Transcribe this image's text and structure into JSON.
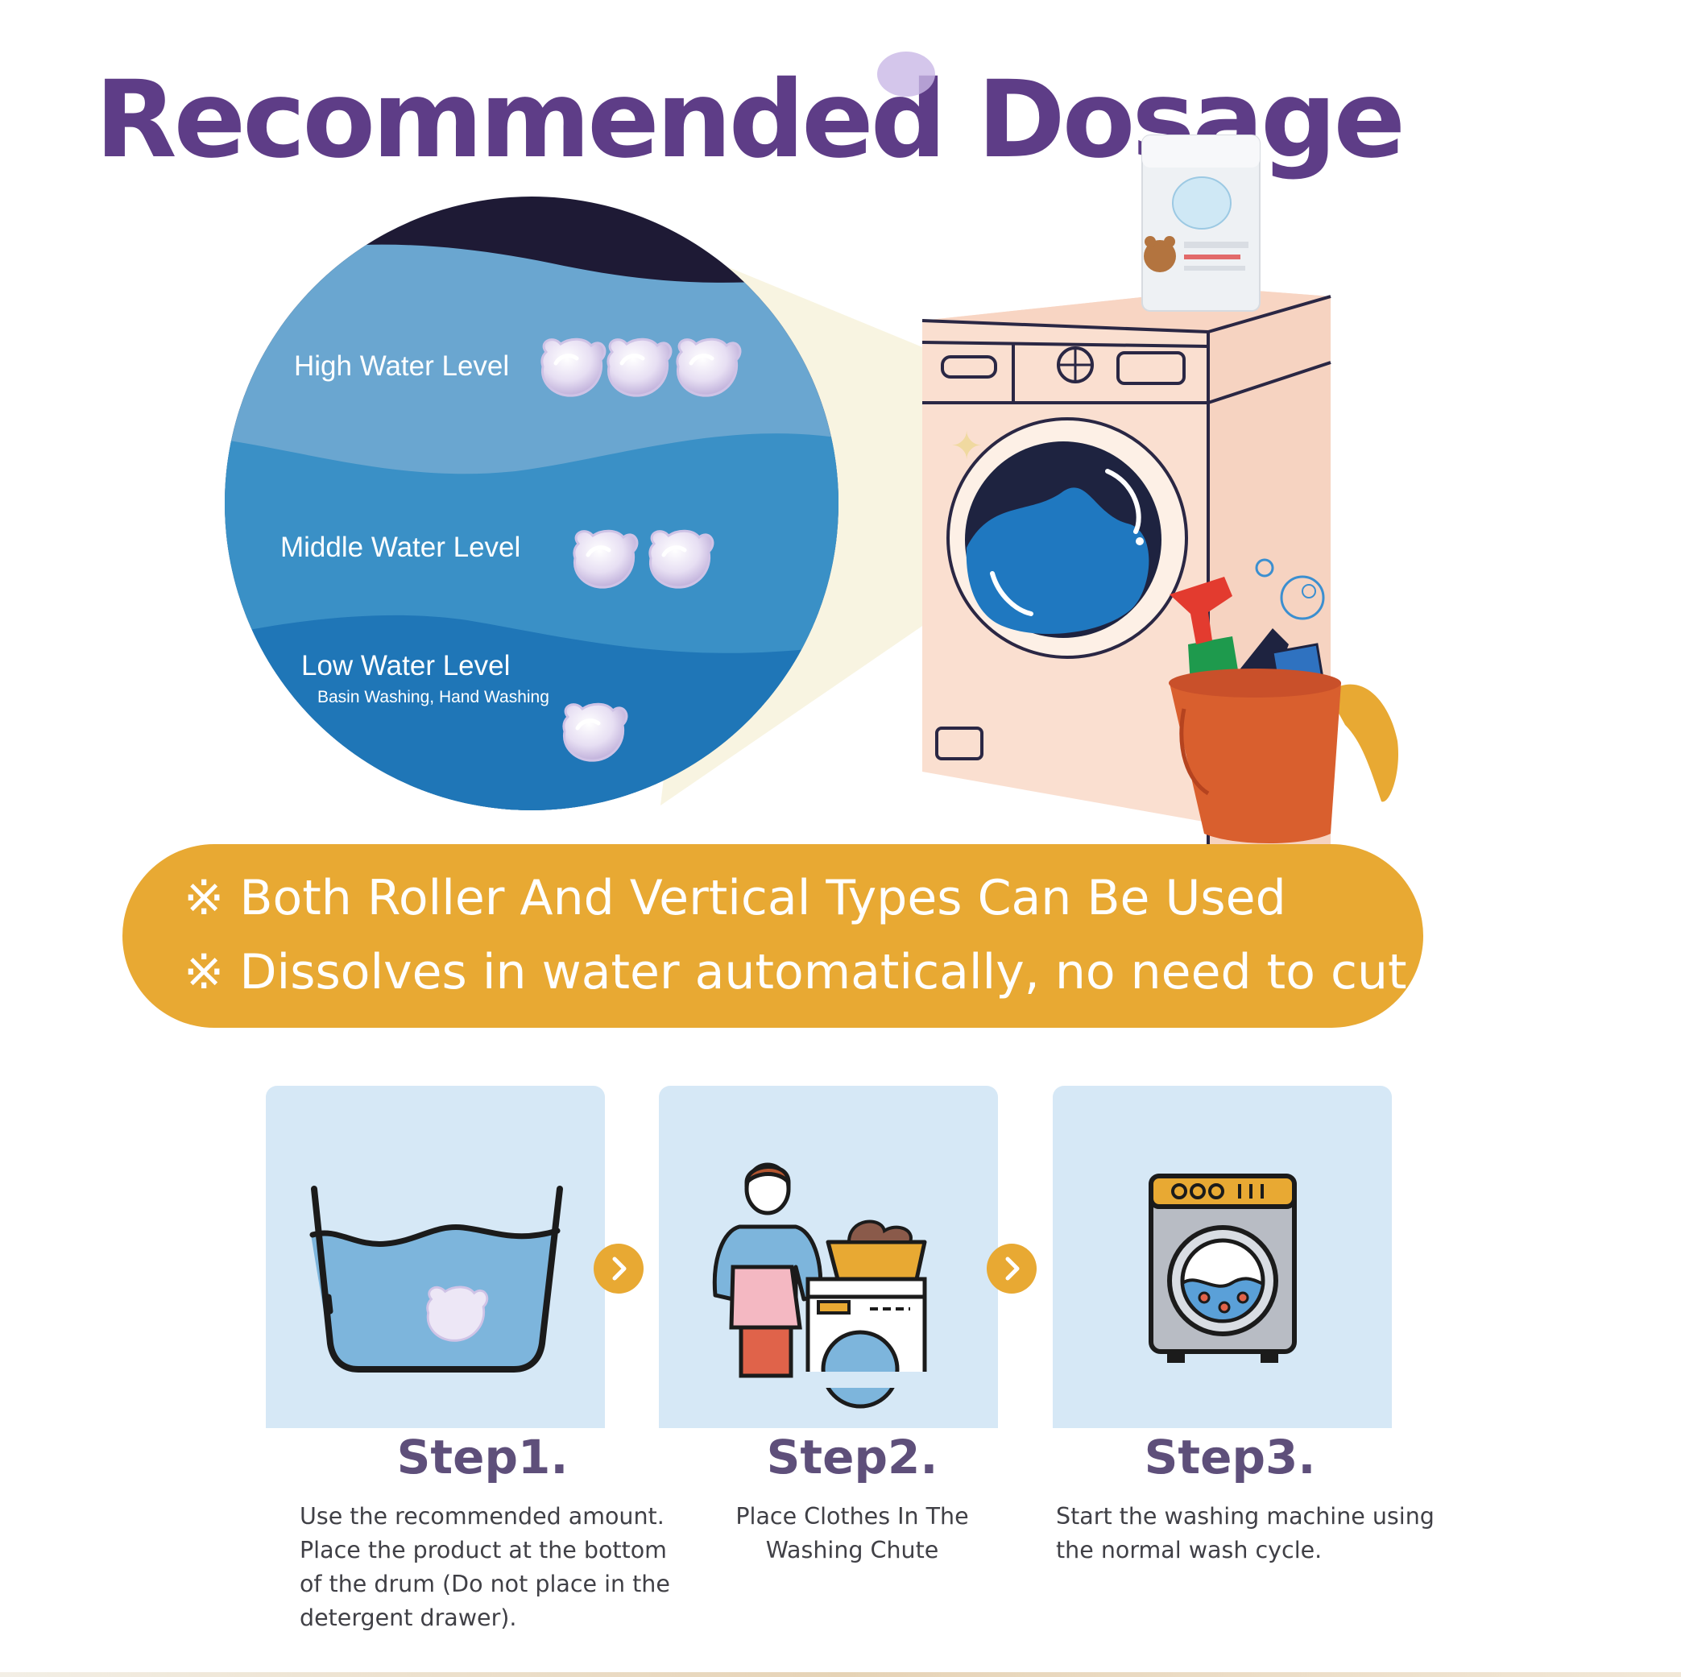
{
  "title": "Recommended Dosage",
  "water_levels": [
    {
      "label": "High Water Level",
      "pods": 3
    },
    {
      "label": "Middle Water Level",
      "pods": 2
    },
    {
      "label": "Low Water Level",
      "sublabel": "Basin Washing, Hand Washing",
      "pods": 1
    }
  ],
  "notes": [
    "※ Both Roller And Vertical Types Can Be Used",
    "※ Dissolves in water automatically, no need to cut open"
  ],
  "steps": [
    {
      "title": "Step1.",
      "lines": [
        "Use the recommended amount.",
        "Place the product at the bottom",
        "of the drum (Do not place in the",
        "detergent drawer)."
      ]
    },
    {
      "title": "Step2.",
      "lines": [
        "Place Clothes In The",
        "Washing Chute"
      ]
    },
    {
      "title": "Step3.",
      "lines": [
        "Start the washing machine using",
        "the normal wash cycle."
      ]
    }
  ],
  "colors": {
    "title": "#5e3d87",
    "banner": "#e8a933",
    "card": "#d6e8f6",
    "water_high": "#6aa6d0",
    "water_mid": "#3a90c6",
    "water_low": "#1f76b7",
    "machine": "#fadfd0"
  },
  "icons": [
    "pod-icon",
    "washing-machine-illustration",
    "bucket-illustration",
    "basin-icon",
    "person-laundry-icon",
    "washer-icon",
    "chevron-right-icon"
  ]
}
